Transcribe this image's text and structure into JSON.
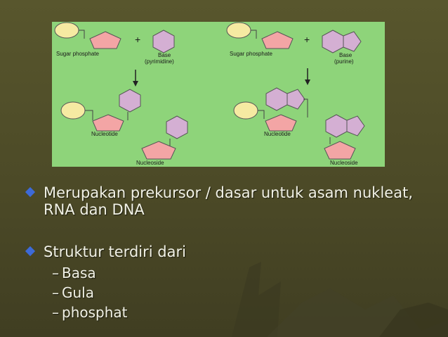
{
  "figure": {
    "left_panel": {
      "sugar_label": "Sugar phosphate",
      "base_label_1": "Base",
      "base_label_2": "(pyrimidine)",
      "plus": "+",
      "nucleotide_label": "Nucleotide",
      "nucleoside_label": "Nucleoside"
    },
    "right_panel": {
      "sugar_label": "Sugar phosphate",
      "base_label_1": "Base",
      "base_label_2": "(purine)",
      "plus": "+",
      "nucleotide_label": "Nucleotide",
      "nucleoside_label": "Nucleoside"
    },
    "colors": {
      "background": "#8ed47a",
      "phosphate": "#f6eaa2",
      "sugar": "#f3a5a5",
      "base": "#d4afd3"
    }
  },
  "bullets": [
    {
      "text": "Merupakan prekursor / dasar untuk asam nukleat, RNA dan DNA"
    },
    {
      "text": "Struktur terdiri dari",
      "subitems": [
        "Basa",
        "Gula",
        "phosphat"
      ]
    }
  ],
  "dash": "–"
}
